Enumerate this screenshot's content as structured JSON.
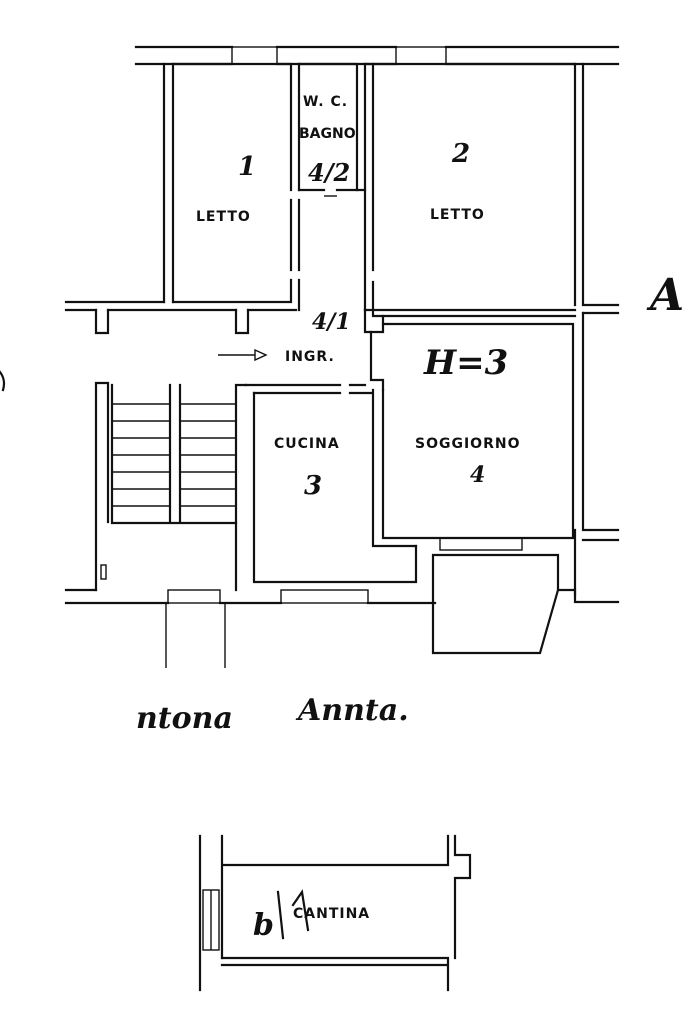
{
  "rooms": {
    "letto_1": {
      "label": "LETTO",
      "number": "1"
    },
    "wc": {
      "label_line1": "W. C.",
      "label_line2": "BAGNO",
      "number": "4/2"
    },
    "letto_2": {
      "label": "LETTO",
      "number": "2"
    },
    "ingresso": {
      "label": "INGR.",
      "number": "4/1"
    },
    "soggiorno": {
      "label": "SOGGIORNO",
      "number": "4"
    },
    "cucina": {
      "label": "CUCINA",
      "number": "3"
    },
    "cantina": {
      "label": "CANTINA",
      "number": "b"
    }
  },
  "annotations": {
    "height": "H=3",
    "bottom_left": "ntona",
    "bottom_right": "Annta.",
    "right_margin": "A"
  }
}
